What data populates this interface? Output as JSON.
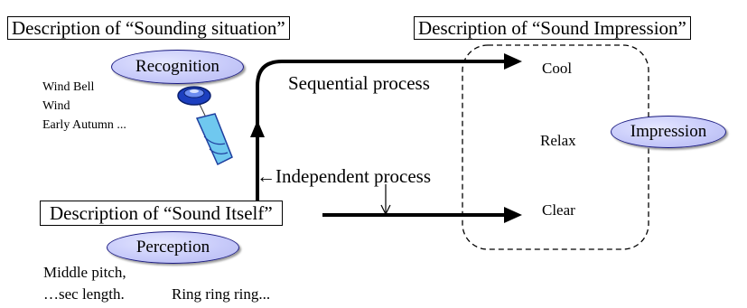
{
  "situation": {
    "title": "Description of  “Sounding situation”",
    "ellipse_label": "Recognition",
    "items": [
      "Wind Bell",
      "Wind",
      "Early Autumn ..."
    ]
  },
  "impression": {
    "title": "Description of  “Sound Impression”",
    "ellipse_label": "Impression",
    "items": [
      "Cool",
      "Relax",
      "Clear"
    ]
  },
  "itself": {
    "title": "Description of “Sound Itself”",
    "ellipse_label": "Perception",
    "line1": "Middle pitch,",
    "line2": "…sec  length.",
    "onomatopoeia": "Ring ring ring..."
  },
  "processes": {
    "sequential": "Sequential process",
    "independent": "←Independent process"
  },
  "icons": [
    "wind-bell-icon",
    "sound-waveform-icon"
  ]
}
